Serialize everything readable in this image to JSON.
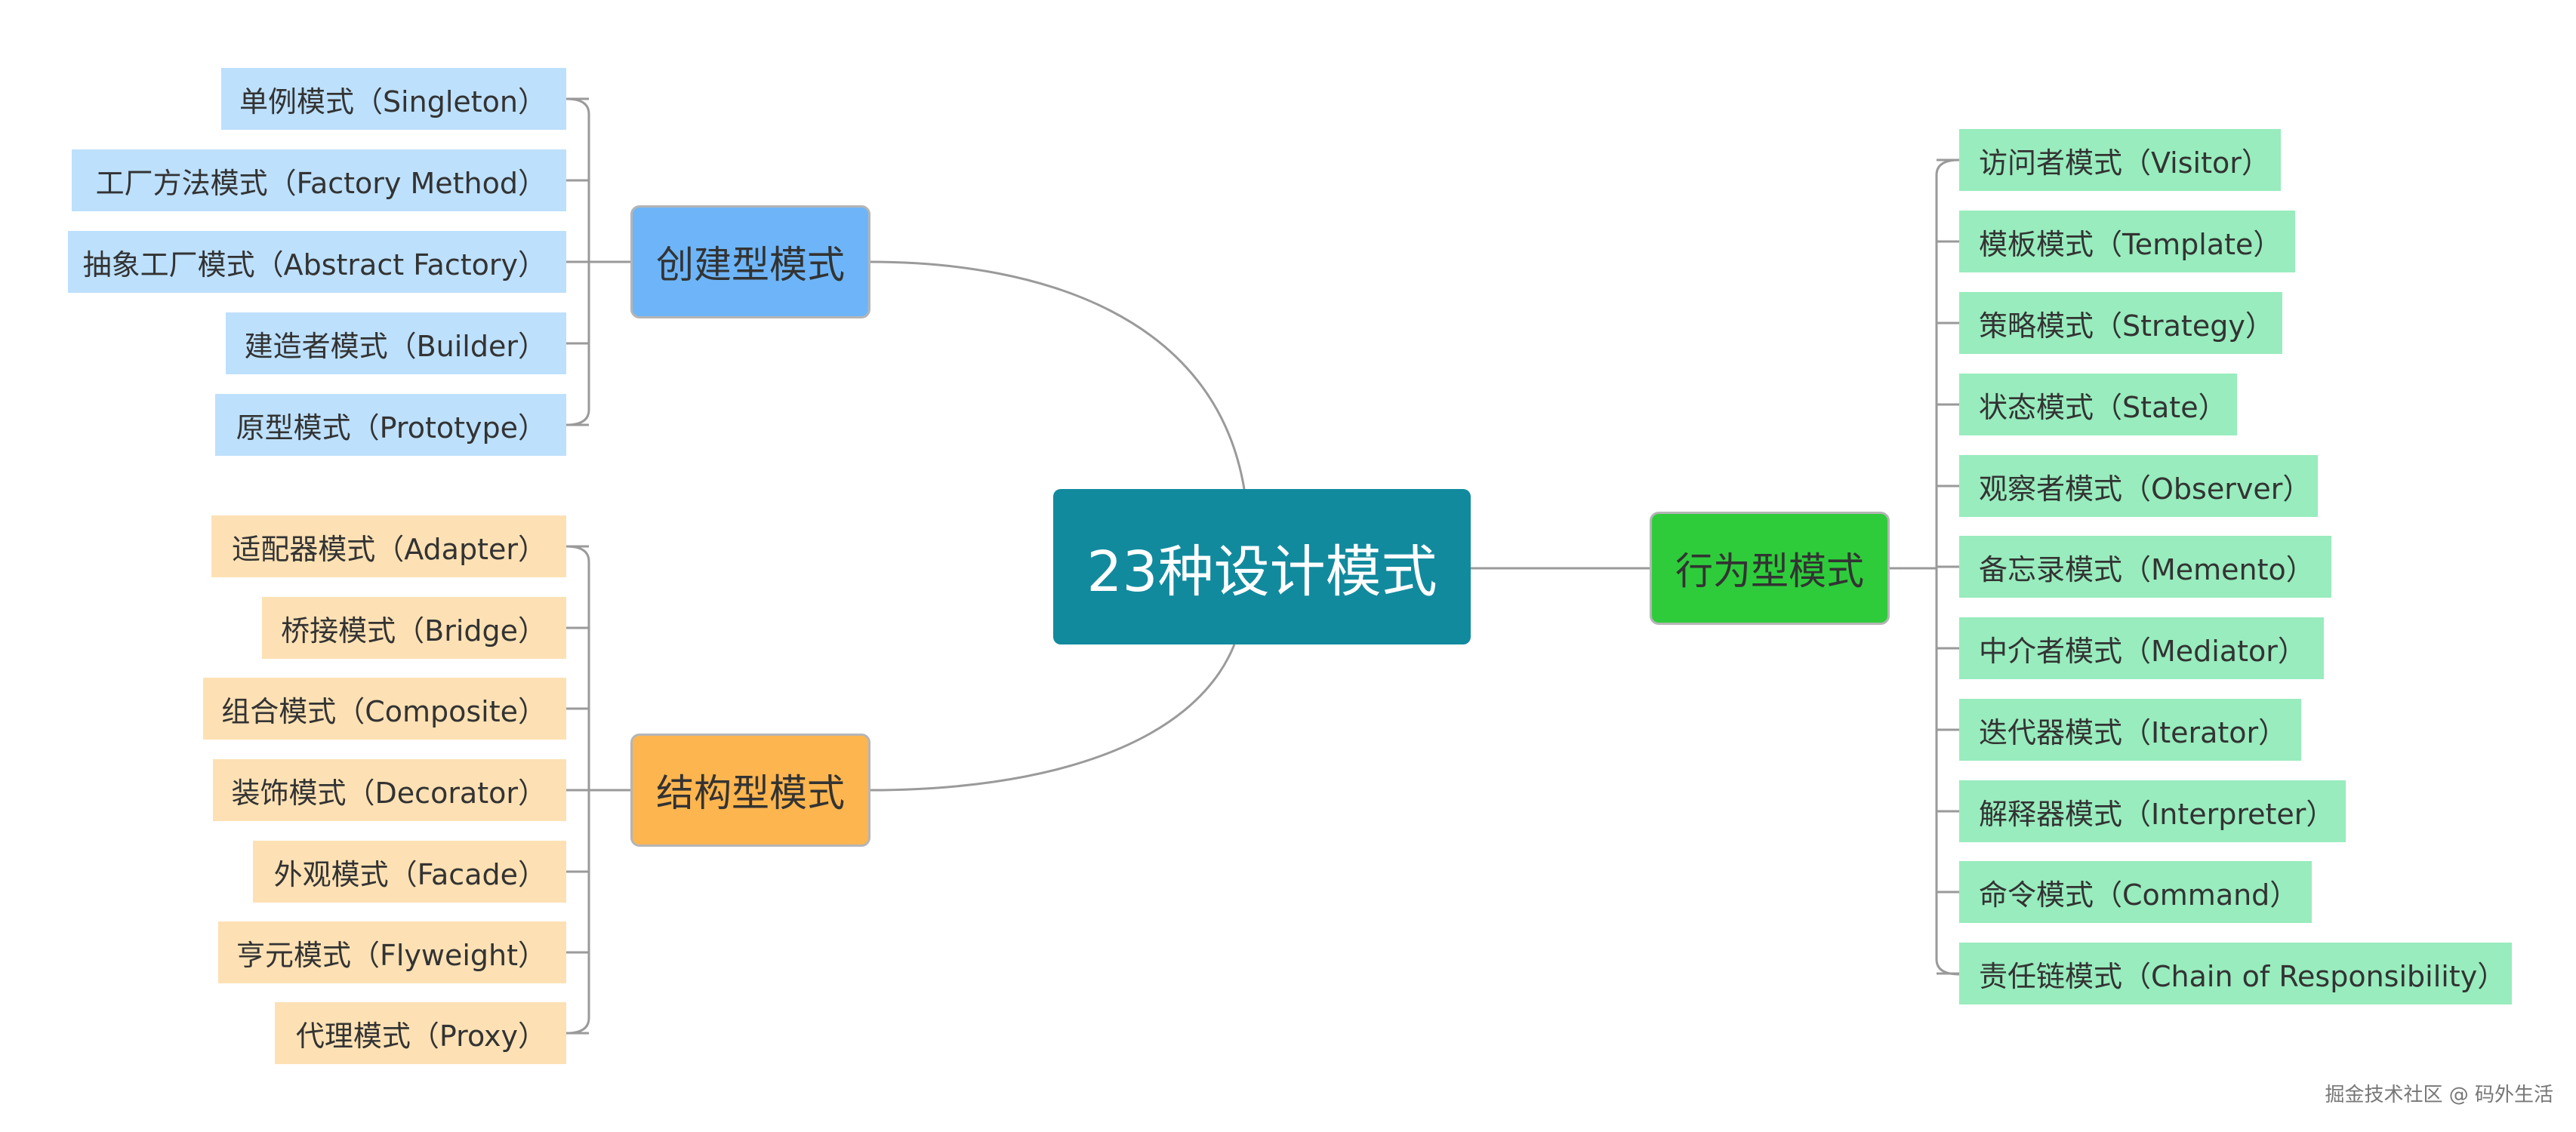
{
  "root": {
    "label": "23种设计模式"
  },
  "branches": {
    "creational": {
      "label": "创建型模式",
      "color": "#6db5f8",
      "leaf_color": "#bde0fc",
      "items": [
        "单例模式（Singleton）",
        "工厂方法模式（Factory Method）",
        "抽象工厂模式（Abstract Factory）",
        "建造者模式（Builder）",
        "原型模式（Prototype）"
      ]
    },
    "structural": {
      "label": "结构型模式",
      "color": "#fdb54f",
      "leaf_color": "#fde1b4",
      "items": [
        "适配器模式（Adapter）",
        "桥接模式（Bridge）",
        "组合模式（Composite）",
        "装饰模式（Decorator）",
        "外观模式（Facade）",
        "亨元模式（Flyweight）",
        "代理模式（Proxy）"
      ]
    },
    "behavioral": {
      "label": "行为型模式",
      "color": "#2ecc3b",
      "leaf_color": "#98ecbd",
      "items": [
        "访问者模式（Visitor）",
        "模板模式（Template）",
        "策略模式（Strategy）",
        "状态模式（State）",
        "观察者模式（Observer）",
        "备忘录模式（Memento）",
        "中介者模式（Mediator）",
        "迭代器模式（Iterator）",
        "解释器模式（Interpreter）",
        "命令模式（Command）",
        "责任链模式（Chain of Responsibility）"
      ]
    }
  },
  "footer": {
    "text": "掘金技术社区 @ 码外生活"
  },
  "colors": {
    "root": "#128a9e",
    "line": "#9a9a9a"
  }
}
